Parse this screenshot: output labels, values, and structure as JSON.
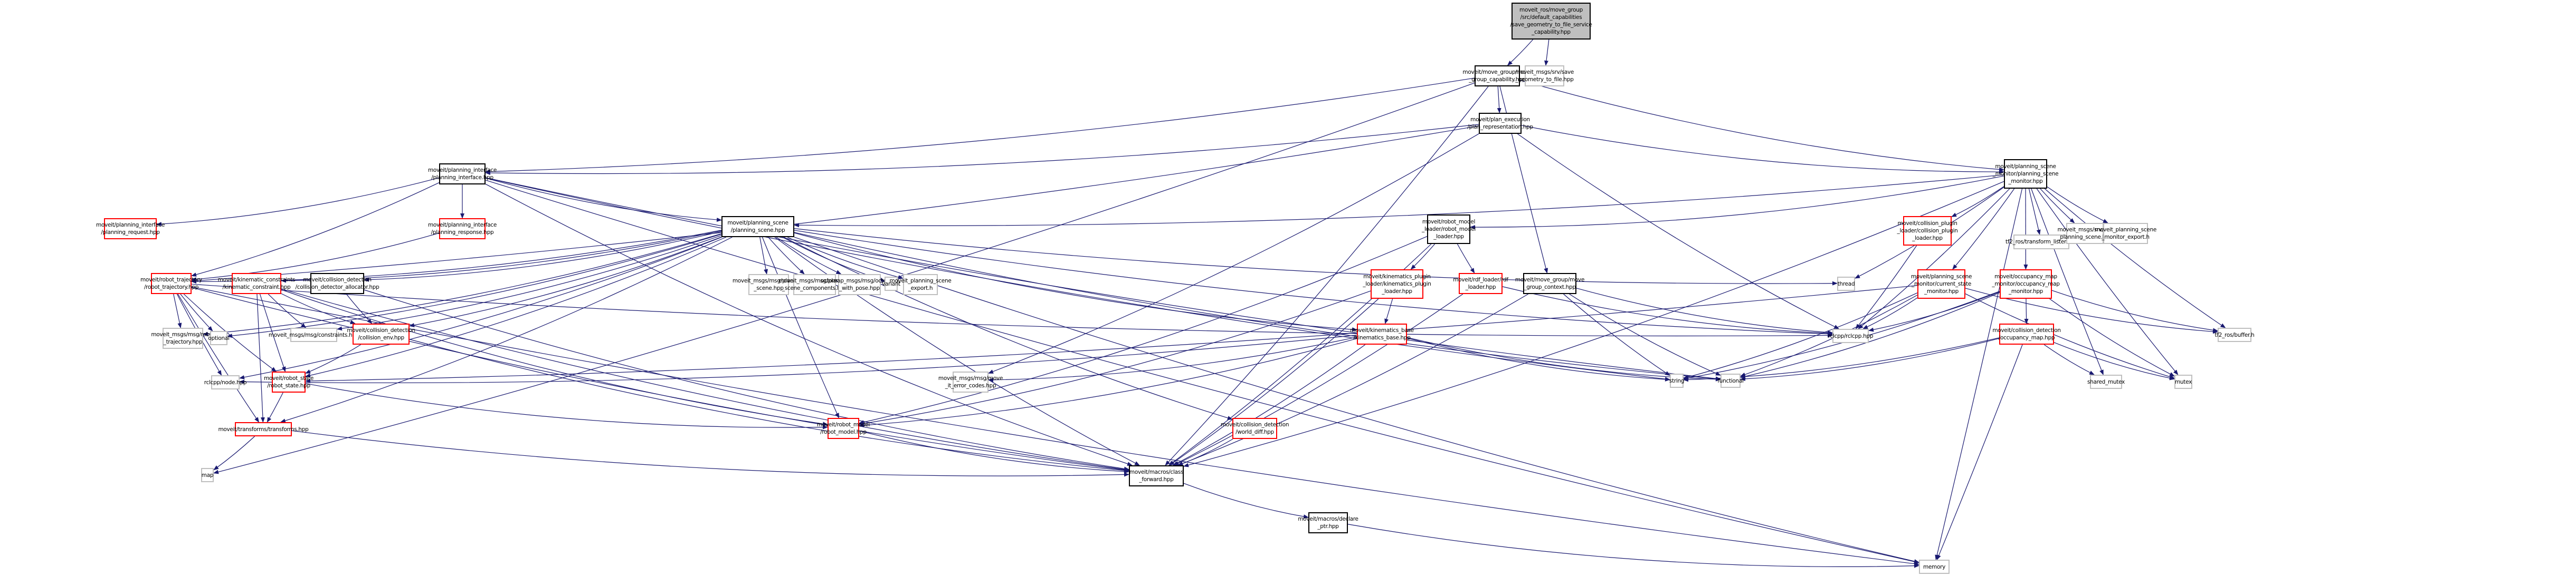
{
  "title": "Include dependency graph for save_geometry_to_file_service_capability.hpp",
  "colors": {
    "edge": "#191970",
    "root_fill": "#bfbfbf",
    "documented_border": "#000000",
    "undocumented_border": "#ff0000",
    "external_border": "#bfbfbf"
  },
  "nodes": [
    {
      "id": "root",
      "label": "moveit_ros/move_group\n/src/default_capabilities\n/save_geometry_to_file_service\n_capability.hpp",
      "kind": "root"
    },
    {
      "id": "mgcap",
      "label": "moveit/move_group/move\n_group_capability.hpp",
      "kind": "doc"
    },
    {
      "id": "srvsave",
      "label": "moveit_msgs/srv/save\n_geometry_to_file.hpp",
      "kind": "ext"
    },
    {
      "id": "planrep",
      "label": "moveit/plan_execution\n/plan_representation.hpp",
      "kind": "doc"
    },
    {
      "id": "pi",
      "label": "moveit/planning_interface\n/planning_interface.hpp",
      "kind": "doc"
    },
    {
      "id": "psm",
      "label": "moveit/planning_scene\n_monitor/planning_scene\n_monitor.hpp",
      "kind": "doc"
    },
    {
      "id": "preq",
      "label": "moveit/planning_interface\n/planning_request.hpp",
      "kind": "red"
    },
    {
      "id": "presp",
      "label": "moveit/planning_interface\n/planning_response.hpp",
      "kind": "red"
    },
    {
      "id": "ps",
      "label": "moveit/planning_scene\n/planning_scene.hpp",
      "kind": "doc"
    },
    {
      "id": "rml",
      "label": "moveit/robot_model\n_loader/robot_model\n_loader.hpp",
      "kind": "doc"
    },
    {
      "id": "cpl",
      "label": "moveit/collision_plugin\n_loader/collision_plugin\n_loader.hpp",
      "kind": "red"
    },
    {
      "id": "tfl",
      "label": "tf2_ros/transform_listener.h",
      "kind": "ext"
    },
    {
      "id": "getps",
      "label": "moveit_msgs/srv/get\n_planning_scene.hpp",
      "kind": "ext"
    },
    {
      "id": "psmexp",
      "label": "moveit_planning_scene\n_monitor_export.h",
      "kind": "ext"
    },
    {
      "id": "rt",
      "label": "moveit/robot_trajectory\n/robot_trajectory.hpp",
      "kind": "red"
    },
    {
      "id": "kc",
      "label": "moveit/kinematic_constraints\n/kinematic_constraint.hpp",
      "kind": "red"
    },
    {
      "id": "cda",
      "label": "moveit/collision_detection\n/collision_detector_allocator.hpp",
      "kind": "doc"
    },
    {
      "id": "msgps",
      "label": "moveit_msgs/msg/planning\n_scene.hpp",
      "kind": "ext"
    },
    {
      "id": "msgpsc",
      "label": "moveit_msgs/msg/planning\n_scene_components.hpp",
      "kind": "ext"
    },
    {
      "id": "octo",
      "label": "octomap_msgs/msg/octomap\n_with_pose.hpp",
      "kind": "ext"
    },
    {
      "id": "variant",
      "label": "variant",
      "kind": "ext"
    },
    {
      "id": "psexp",
      "label": "moveit_planning_scene\n_export.h",
      "kind": "ext"
    },
    {
      "id": "thread",
      "label": "thread",
      "kind": "ext"
    },
    {
      "id": "kpl",
      "label": "moveit/kinematics_plugin\n_loader/kinematics_plugin\n_loader.hpp",
      "kind": "red"
    },
    {
      "id": "rdf",
      "label": "moveit/rdf_loader/rdf\n_loader.hpp",
      "kind": "red"
    },
    {
      "id": "mgctx",
      "label": "moveit/move_group/move\n_group_context.hpp",
      "kind": "doc"
    },
    {
      "id": "csm",
      "label": "moveit/planning_scene\n_monitor/current_state\n_monitor.hpp",
      "kind": "red"
    },
    {
      "id": "omm",
      "label": "moveit/occupancy_map\n_monitor/occupancy_map\n_monitor.hpp",
      "kind": "red"
    },
    {
      "id": "msgrt",
      "label": "moveit_msgs/msg/robot\n_trajectory.hpp",
      "kind": "ext"
    },
    {
      "id": "optional",
      "label": "optional",
      "kind": "ext"
    },
    {
      "id": "constraints",
      "label": "moveit_msgs/msg/constraints.hpp",
      "kind": "ext"
    },
    {
      "id": "cenv",
      "label": "moveit/collision_detection\n/collision_env.hpp",
      "kind": "red"
    },
    {
      "id": "kb",
      "label": "moveit/kinematics_base\n/kinematics_base.hpp",
      "kind": "red"
    },
    {
      "id": "rclcpp",
      "label": "rclcpp/rclcpp.hpp",
      "kind": "ext"
    },
    {
      "id": "tfbuf",
      "label": "tf2_ros/buffer.h",
      "kind": "ext"
    },
    {
      "id": "occmap",
      "label": "moveit/collision_detection\n/occupancy_map.hpp",
      "kind": "red"
    },
    {
      "id": "node",
      "label": "rclcpp/node.hpp",
      "kind": "ext"
    },
    {
      "id": "rs",
      "label": "moveit/robot_state\n/robot_state.hpp",
      "kind": "red"
    },
    {
      "id": "errc",
      "label": "moveit_msgs/msg/move\n_it_error_codes.hpp",
      "kind": "ext"
    },
    {
      "id": "string",
      "label": "string",
      "kind": "ext"
    },
    {
      "id": "functional",
      "label": "functional",
      "kind": "ext"
    },
    {
      "id": "shmutex",
      "label": "shared_mutex",
      "kind": "ext"
    },
    {
      "id": "mutex",
      "label": "mutex",
      "kind": "ext"
    },
    {
      "id": "tf",
      "label": "moveit/transforms/transforms.hpp",
      "kind": "red"
    },
    {
      "id": "rm",
      "label": "moveit/robot_model\n/robot_model.hpp",
      "kind": "red"
    },
    {
      "id": "wd",
      "label": "moveit/collision_detection\n/world_diff.hpp",
      "kind": "red"
    },
    {
      "id": "map",
      "label": "map",
      "kind": "ext"
    },
    {
      "id": "cf",
      "label": "moveit/macros/class\n_forward.hpp",
      "kind": "doc"
    },
    {
      "id": "dp",
      "label": "moveit/macros/declare\n_ptr.hpp",
      "kind": "doc"
    },
    {
      "id": "memory",
      "label": "memory",
      "kind": "ext"
    }
  ],
  "edges": [
    [
      "root",
      "mgcap"
    ],
    [
      "root",
      "srvsave"
    ],
    [
      "mgcap",
      "planrep"
    ],
    [
      "mgcap",
      "pi"
    ],
    [
      "mgcap",
      "psm"
    ],
    [
      "mgcap",
      "mgctx"
    ],
    [
      "mgcap",
      "map"
    ],
    [
      "mgcap",
      "cf"
    ],
    [
      "planrep",
      "pi"
    ],
    [
      "planrep",
      "psm"
    ],
    [
      "planrep",
      "rclcpp"
    ],
    [
      "planrep",
      "errc"
    ],
    [
      "planrep",
      "rt"
    ],
    [
      "pi",
      "preq"
    ],
    [
      "pi",
      "presp"
    ],
    [
      "pi",
      "ps"
    ],
    [
      "pi",
      "rt"
    ],
    [
      "pi",
      "string"
    ],
    [
      "pi",
      "functional"
    ],
    [
      "pi",
      "memory"
    ],
    [
      "pi",
      "cf"
    ],
    [
      "presp",
      "rt"
    ],
    [
      "psm",
      "ps"
    ],
    [
      "psm",
      "rml"
    ],
    [
      "psm",
      "cpl"
    ],
    [
      "psm",
      "csm"
    ],
    [
      "psm",
      "omm"
    ],
    [
      "psm",
      "tfl"
    ],
    [
      "psm",
      "getps"
    ],
    [
      "psm",
      "psmexp"
    ],
    [
      "psm",
      "thread"
    ],
    [
      "psm",
      "rclcpp"
    ],
    [
      "psm",
      "tfbuf"
    ],
    [
      "psm",
      "mutex"
    ],
    [
      "psm",
      "shmutex"
    ],
    [
      "psm",
      "cf"
    ],
    [
      "psm",
      "memory"
    ],
    [
      "ps",
      "rt"
    ],
    [
      "ps",
      "kc"
    ],
    [
      "ps",
      "cda"
    ],
    [
      "ps",
      "msgps"
    ],
    [
      "ps",
      "msgpsc"
    ],
    [
      "ps",
      "octo"
    ],
    [
      "ps",
      "variant"
    ],
    [
      "ps",
      "psexp"
    ],
    [
      "ps",
      "thread"
    ],
    [
      "ps",
      "rclcpp"
    ],
    [
      "ps",
      "kb"
    ],
    [
      "ps",
      "cenv"
    ],
    [
      "ps",
      "rs"
    ],
    [
      "ps",
      "rm"
    ],
    [
      "ps",
      "wd"
    ],
    [
      "ps",
      "constraints"
    ],
    [
      "ps",
      "msgrt"
    ],
    [
      "ps",
      "optional"
    ],
    [
      "ps",
      "node"
    ],
    [
      "ps",
      "tf"
    ],
    [
      "ps",
      "cf"
    ],
    [
      "ps",
      "functional"
    ],
    [
      "ps",
      "memory"
    ],
    [
      "rml",
      "kpl"
    ],
    [
      "rml",
      "rdf"
    ],
    [
      "rml",
      "rm"
    ],
    [
      "rml",
      "cf"
    ],
    [
      "cpl",
      "rclcpp"
    ],
    [
      "rt",
      "msgrt"
    ],
    [
      "rt",
      "optional"
    ],
    [
      "rt",
      "rs"
    ],
    [
      "rt",
      "node"
    ],
    [
      "rt",
      "rclcpp"
    ],
    [
      "rt",
      "cf"
    ],
    [
      "rt",
      "memory"
    ],
    [
      "rt",
      "tf"
    ],
    [
      "kc",
      "constraints"
    ],
    [
      "kc",
      "cenv"
    ],
    [
      "kc",
      "rs"
    ],
    [
      "kc",
      "tf"
    ],
    [
      "kc",
      "rm"
    ],
    [
      "kc",
      "cf"
    ],
    [
      "cda",
      "cenv"
    ],
    [
      "cda",
      "cf"
    ],
    [
      "cenv",
      "rs"
    ],
    [
      "cenv",
      "cf"
    ],
    [
      "kpl",
      "kb"
    ],
    [
      "kpl",
      "rm"
    ],
    [
      "kpl",
      "cf"
    ],
    [
      "rdf",
      "rclcpp"
    ],
    [
      "rdf",
      "cf"
    ],
    [
      "mgctx",
      "rclcpp"
    ],
    [
      "mgctx",
      "string"
    ],
    [
      "mgctx",
      "functional"
    ],
    [
      "mgctx",
      "cf"
    ],
    [
      "csm",
      "rclcpp"
    ],
    [
      "csm",
      "string"
    ],
    [
      "csm",
      "functional"
    ],
    [
      "csm",
      "tfbuf"
    ],
    [
      "csm",
      "mutex"
    ],
    [
      "csm",
      "rs"
    ],
    [
      "omm",
      "occmap"
    ],
    [
      "omm",
      "rclcpp"
    ],
    [
      "omm",
      "tfbuf"
    ],
    [
      "omm",
      "mutex"
    ],
    [
      "omm",
      "string"
    ],
    [
      "omm",
      "functional"
    ],
    [
      "occmap",
      "shmutex"
    ],
    [
      "occmap",
      "mutex"
    ],
    [
      "occmap",
      "memory"
    ],
    [
      "occmap",
      "string"
    ],
    [
      "occmap",
      "functional"
    ],
    [
      "kb",
      "errc"
    ],
    [
      "kb",
      "rm"
    ],
    [
      "kb",
      "node"
    ],
    [
      "kb",
      "string"
    ],
    [
      "kb",
      "functional"
    ],
    [
      "kb",
      "cf"
    ],
    [
      "rs",
      "tf"
    ],
    [
      "rs",
      "rm"
    ],
    [
      "tf",
      "map"
    ],
    [
      "tf",
      "cf"
    ],
    [
      "rm",
      "cf"
    ],
    [
      "wd",
      "cf"
    ],
    [
      "cf",
      "dp"
    ],
    [
      "dp",
      "memory"
    ]
  ]
}
